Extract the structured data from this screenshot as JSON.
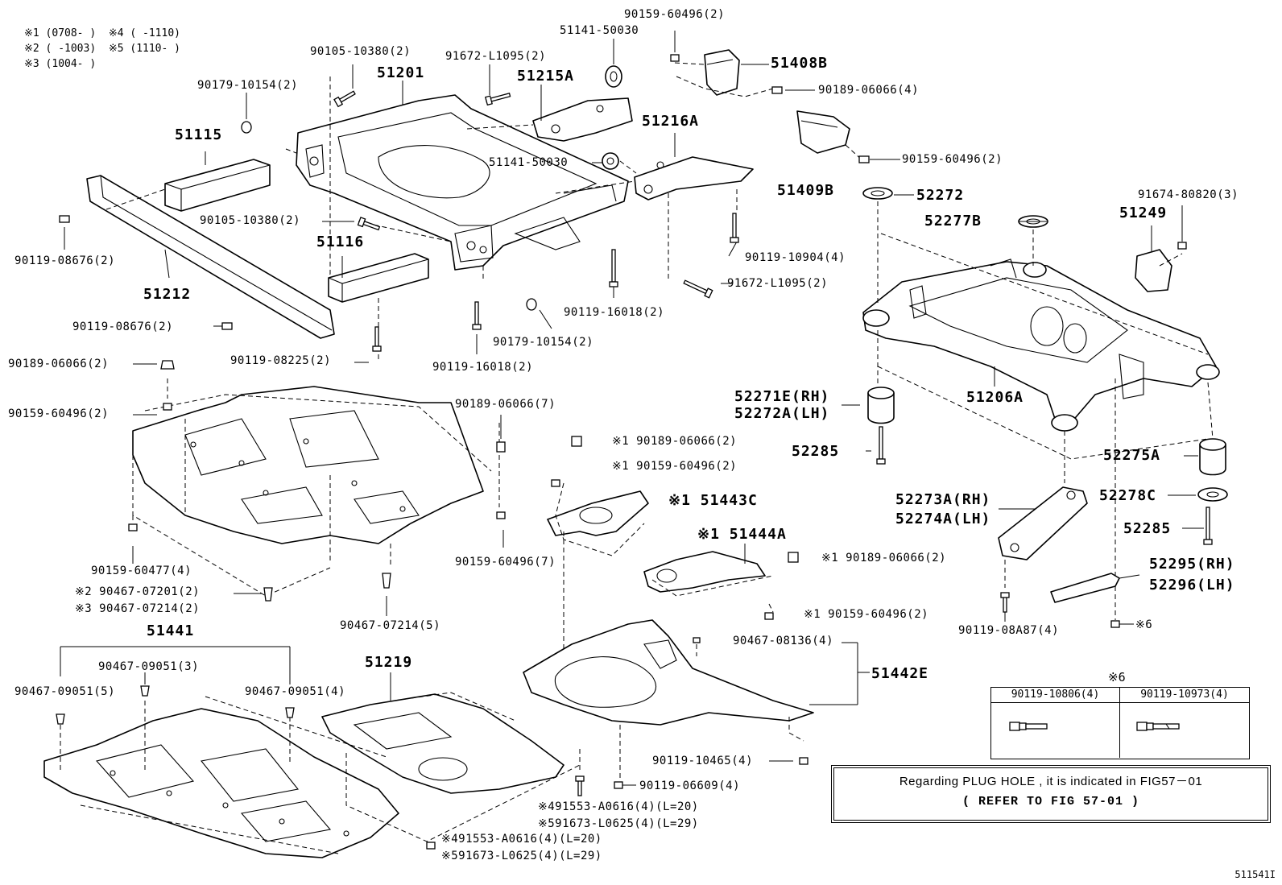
{
  "legend": [
    {
      "col1": "※1 (0708-     )",
      "col2": "※4 (    -1110)"
    },
    {
      "col1": "※2 (     -1003)",
      "col2": "※5 (1110-     )"
    },
    {
      "col1": "※3 (1004-     )",
      "col2": ""
    }
  ],
  "labels": [
    {
      "id": "l1",
      "text": "90159-60496(2)",
      "big": false
    },
    {
      "id": "l2",
      "text": "51141-50030",
      "big": false
    },
    {
      "id": "l3",
      "text": "90105-10380(2)",
      "big": false
    },
    {
      "id": "l4",
      "text": "91672-L1095(2)",
      "big": false
    },
    {
      "id": "l5",
      "text": "51408B",
      "big": true
    },
    {
      "id": "l6",
      "text": "51201",
      "big": true
    },
    {
      "id": "l7",
      "text": "51215A",
      "big": true
    },
    {
      "id": "l8",
      "text": "90179-10154(2)",
      "big": false
    },
    {
      "id": "l9",
      "text": "90189-06066(4)",
      "big": false
    },
    {
      "id": "l10",
      "text": "51216A",
      "big": true
    },
    {
      "id": "l11",
      "text": "51115",
      "big": true
    },
    {
      "id": "l12",
      "text": "51141-50030",
      "big": false
    },
    {
      "id": "l13",
      "text": "90159-60496(2)",
      "big": false
    },
    {
      "id": "l14",
      "text": "51409B",
      "big": true
    },
    {
      "id": "l15",
      "text": "52272",
      "big": true
    },
    {
      "id": "l16",
      "text": "91674-80820(3)",
      "big": false
    },
    {
      "id": "l17",
      "text": "90105-10380(2)",
      "big": false
    },
    {
      "id": "l18",
      "text": "52277B",
      "big": true
    },
    {
      "id": "l19",
      "text": "51249",
      "big": true
    },
    {
      "id": "l20",
      "text": "51116",
      "big": true
    },
    {
      "id": "l21",
      "text": "90119-08676(2)",
      "big": false
    },
    {
      "id": "l22",
      "text": "90119-10904(4)",
      "big": false
    },
    {
      "id": "l23",
      "text": "91672-L1095(2)",
      "big": false
    },
    {
      "id": "l24",
      "text": "51212",
      "big": true
    },
    {
      "id": "l25",
      "text": "90119-16018(2)",
      "big": false
    },
    {
      "id": "l26",
      "text": "90119-08676(2)",
      "big": false
    },
    {
      "id": "l27",
      "text": "90179-10154(2)",
      "big": false
    },
    {
      "id": "l28",
      "text": "90119-08225(2)",
      "big": false
    },
    {
      "id": "l29",
      "text": "90189-06066(2)",
      "big": false
    },
    {
      "id": "l30",
      "text": "90119-16018(2)",
      "big": false
    },
    {
      "id": "l31",
      "text": "51206A",
      "big": true
    },
    {
      "id": "l32",
      "text": "52271E(RH)",
      "big": true
    },
    {
      "id": "l33",
      "text": "52272A(LH)",
      "big": true
    },
    {
      "id": "l34",
      "text": "90159-60496(2)",
      "big": false
    },
    {
      "id": "l35",
      "text": "90189-06066(7)",
      "big": false
    },
    {
      "id": "l36",
      "text": "※1 90189-06066(2)",
      "big": false
    },
    {
      "id": "l37",
      "text": "52285",
      "big": true
    },
    {
      "id": "l38",
      "text": "※1 90159-60496(2)",
      "big": false
    },
    {
      "id": "l39",
      "text": "52275A",
      "big": true
    },
    {
      "id": "l40",
      "text": "※1 51443C",
      "big": true
    },
    {
      "id": "l41",
      "text": "52273A(RH)",
      "big": true
    },
    {
      "id": "l42",
      "text": "52278C",
      "big": true
    },
    {
      "id": "l43",
      "text": "52274A(LH)",
      "big": true
    },
    {
      "id": "l44",
      "text": "※1 51444A",
      "big": true
    },
    {
      "id": "l45",
      "text": "52285",
      "big": true
    },
    {
      "id": "l46",
      "text": "90159-60496(7)",
      "big": false
    },
    {
      "id": "l47",
      "text": "※1  90189-06066(2)",
      "big": false
    },
    {
      "id": "l48",
      "text": "90159-60477(4)",
      "big": false
    },
    {
      "id": "l49",
      "text": "52295(RH)",
      "big": true
    },
    {
      "id": "l50",
      "text": "※2  90467-07201(2)",
      "big": false
    },
    {
      "id": "l51",
      "text": "52296(LH)",
      "big": true
    },
    {
      "id": "l52",
      "text": "※3  90467-07214(2)",
      "big": false
    },
    {
      "id": "l53",
      "text": "※1  90159-60496(2)",
      "big": false
    },
    {
      "id": "l54",
      "text": "51441",
      "big": true
    },
    {
      "id": "l55",
      "text": "90467-07214(5)",
      "big": false
    },
    {
      "id": "l56",
      "text": "90119-08A87(4)",
      "big": false
    },
    {
      "id": "l57",
      "text": "※6",
      "big": false
    },
    {
      "id": "l58",
      "text": "90467-08136(4)",
      "big": false
    },
    {
      "id": "l59",
      "text": "90467-09051(3)",
      "big": false
    },
    {
      "id": "l60",
      "text": "51219",
      "big": true
    },
    {
      "id": "l61",
      "text": "51442E",
      "big": true
    },
    {
      "id": "l62",
      "text": "90467-09051(5)",
      "big": false
    },
    {
      "id": "l63",
      "text": "90467-09051(4)",
      "big": false
    },
    {
      "id": "l64",
      "text": "90119-10465(4)",
      "big": false
    },
    {
      "id": "l65",
      "text": "90119-06609(4)",
      "big": false
    },
    {
      "id": "l66",
      "text": "※491553-A0616(4)(L=20)",
      "big": false
    },
    {
      "id": "l67",
      "text": "※591673-L0625(4)(L=29)",
      "big": false
    },
    {
      "id": "l68",
      "text": "※491553-A0616(4)(L=20)",
      "big": false
    },
    {
      "id": "l69",
      "text": "※591673-L0625(4)(L=29)",
      "big": false
    }
  ],
  "star6_table": {
    "title": "※6",
    "col1": "90119-10806(4)",
    "col2": "90119-10973(4)"
  },
  "note": {
    "line1": "Regarding  PLUG HOLE , it is indicated in FIG57－01",
    "line2": "(  REFER TO FIG 57-01  )"
  },
  "figure_number": "511541I"
}
